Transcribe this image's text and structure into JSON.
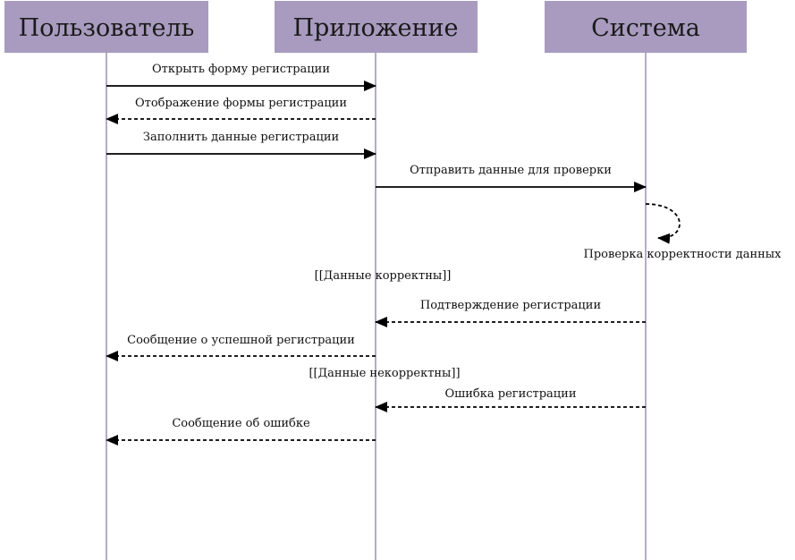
{
  "colors": {
    "actor_fill": "#a89bbf",
    "lifeline": "#b7aac8",
    "arrow": "#000000"
  },
  "actors": [
    {
      "id": "user",
      "label": "Пользователь"
    },
    {
      "id": "app",
      "label": "Приложение"
    },
    {
      "id": "sys",
      "label": "Система"
    }
  ],
  "messages": [
    {
      "from": "user",
      "to": "app",
      "label": "Открыть форму регистрации",
      "style": "solid"
    },
    {
      "from": "app",
      "to": "user",
      "label": "Отображение формы регистрации",
      "style": "dashed"
    },
    {
      "from": "user",
      "to": "app",
      "label": "Заполнить данные регистрации",
      "style": "solid"
    },
    {
      "from": "app",
      "to": "sys",
      "label": "Отправить данные для проверки",
      "style": "solid"
    },
    {
      "from": "sys",
      "to": "sys",
      "label": "Проверка корректности данных",
      "style": "dashed"
    },
    {
      "from": "sys",
      "to": "app",
      "label": "Подтверждение регистрации",
      "style": "dashed"
    },
    {
      "from": "app",
      "to": "user",
      "label": "Сообщение о успешной регистрации",
      "style": "dashed"
    },
    {
      "from": "sys",
      "to": "app",
      "label": "Ошибка регистрации",
      "style": "dashed"
    },
    {
      "from": "app",
      "to": "user",
      "label": "Сообщение об ошибке",
      "style": "dashed"
    }
  ],
  "guards": [
    {
      "label": "[[Данные корректны]]"
    },
    {
      "label": "[[Данные некорректны]]"
    }
  ]
}
